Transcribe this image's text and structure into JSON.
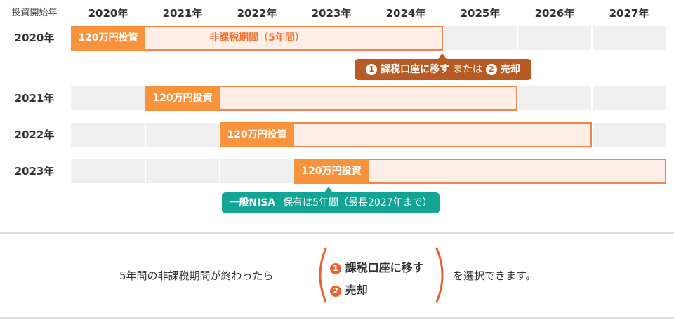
{
  "header": {
    "corner": "投資開始年",
    "years": [
      "2020年",
      "2021年",
      "2022年",
      "2023年",
      "2024年",
      "2025年",
      "2026年",
      "2027年"
    ]
  },
  "rows": [
    {
      "label": "2020年",
      "investment": "120万円投資",
      "period_label": "非課税期間（5年間）"
    },
    {
      "label": "2021年",
      "investment": "120万円投資"
    },
    {
      "label": "2022年",
      "investment": "120万円投資"
    },
    {
      "label": "2023年",
      "investment": "120万円投資"
    }
  ],
  "callout_options": {
    "num1": "1",
    "option1": "課税口座に移す",
    "connector": "または",
    "num2": "2",
    "option2": "売却"
  },
  "callout_nisa": {
    "title": "一般NISA",
    "detail": "保有は5年間（最長2027年まで）"
  },
  "bottom": {
    "prefix": "5年間の非課税期間が終わったら",
    "num1": "1",
    "option1": "課税口座に移す",
    "num2": "2",
    "option2": "売却",
    "suffix": "を選択できます。"
  },
  "colors": {
    "invest_block": "#f8923d",
    "period_fill": "#fdefe5",
    "period_border": "#f08550",
    "callout_brown": "#b85a23",
    "callout_teal": "#12a595",
    "paren": "#e9622e",
    "lane": "#efefef"
  }
}
